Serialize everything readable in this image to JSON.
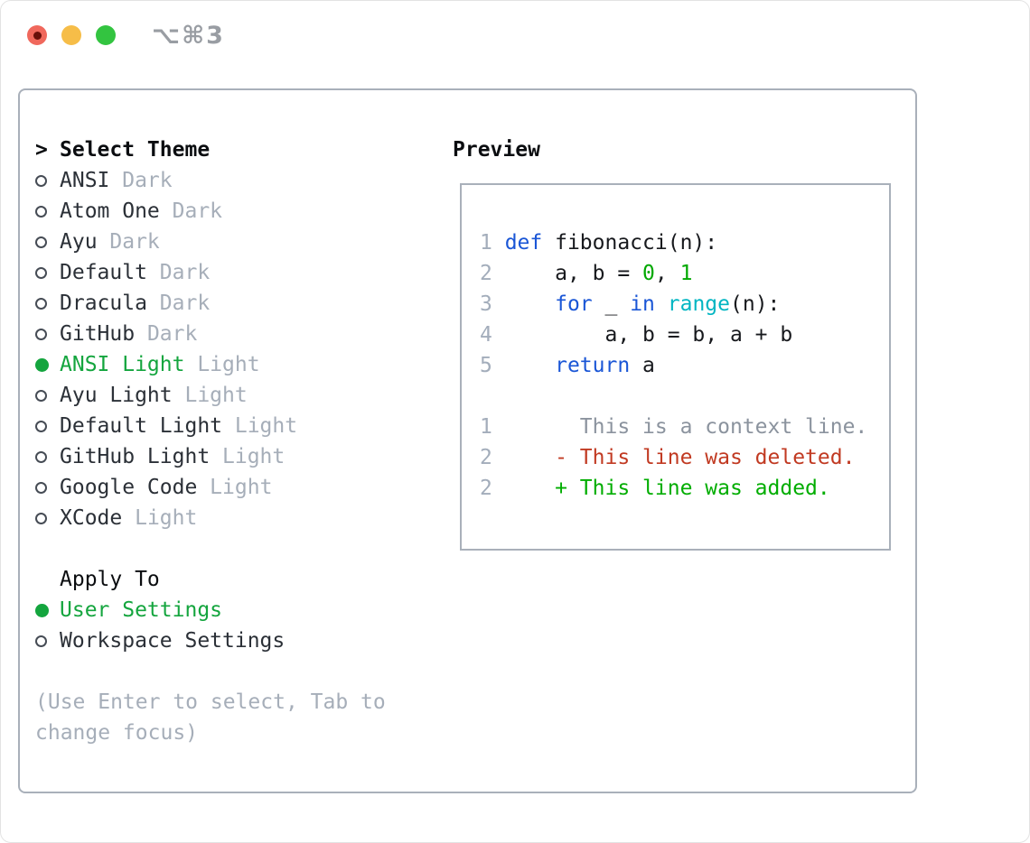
{
  "window": {
    "title": "⌥⌘3",
    "traffic_lights": [
      {
        "name": "close",
        "color": "#f0685c",
        "dot_color": "#69100a"
      },
      {
        "name": "minimize",
        "color": "#f6bd48",
        "dot_color": null
      },
      {
        "name": "zoom",
        "color": "#33c440",
        "dot_color": null
      }
    ],
    "title_color": "#999da3",
    "panel_border_color": "#a9b0ba"
  },
  "theme_panel": {
    "header": {
      "prefix": ">",
      "label": "Select Theme"
    },
    "items": [
      {
        "name": "ANSI",
        "variant": "Dark",
        "selected": false
      },
      {
        "name": "Atom One",
        "variant": "Dark",
        "selected": false
      },
      {
        "name": "Ayu",
        "variant": "Dark",
        "selected": false
      },
      {
        "name": "Default",
        "variant": "Dark",
        "selected": false
      },
      {
        "name": "Dracula",
        "variant": "Dark",
        "selected": false
      },
      {
        "name": "GitHub",
        "variant": "Dark",
        "selected": false
      },
      {
        "name": "ANSI Light",
        "variant": "Light",
        "selected": true
      },
      {
        "name": "Ayu Light",
        "variant": "Light",
        "selected": false
      },
      {
        "name": "Default Light",
        "variant": "Light",
        "selected": false
      },
      {
        "name": "GitHub Light",
        "variant": "Light",
        "selected": false
      },
      {
        "name": "Google Code",
        "variant": "Light",
        "selected": false
      },
      {
        "name": "XCode",
        "variant": "Light",
        "selected": false
      }
    ],
    "apply_to": {
      "label": "Apply To",
      "options": [
        {
          "label": "User Settings",
          "selected": true
        },
        {
          "label": "Workspace Settings",
          "selected": false
        }
      ]
    },
    "hint_lines": [
      "(Use Enter to select, Tab to",
      "change focus)"
    ],
    "colors": {
      "header": "#0b0d10",
      "name": "#2b3037",
      "variant": "#a6aeb9",
      "bullet": "#464c55",
      "selected": "#14a53e",
      "hint": "#a6aeb9"
    }
  },
  "preview": {
    "label": "Preview",
    "code_lines": [
      {
        "num": "1",
        "segments": [
          {
            "t": "def",
            "c": "keyword"
          },
          {
            "t": " fibonacci(n):",
            "c": "default"
          }
        ]
      },
      {
        "num": "2",
        "segments": [
          {
            "t": "    a, b = ",
            "c": "default"
          },
          {
            "t": "0",
            "c": "number"
          },
          {
            "t": ", ",
            "c": "default"
          },
          {
            "t": "1",
            "c": "number"
          }
        ]
      },
      {
        "num": "3",
        "segments": [
          {
            "t": "    ",
            "c": "default"
          },
          {
            "t": "for",
            "c": "keyword"
          },
          {
            "t": " _ ",
            "c": "default"
          },
          {
            "t": "in",
            "c": "keyword"
          },
          {
            "t": " ",
            "c": "default"
          },
          {
            "t": "range",
            "c": "function"
          },
          {
            "t": "(n):",
            "c": "default"
          }
        ]
      },
      {
        "num": "4",
        "segments": [
          {
            "t": "        a, b = b, a + b",
            "c": "default"
          }
        ]
      },
      {
        "num": "5",
        "segments": [
          {
            "t": "    ",
            "c": "default"
          },
          {
            "t": "return",
            "c": "keyword"
          },
          {
            "t": " a",
            "c": "default"
          }
        ]
      },
      {
        "num": "",
        "segments": []
      },
      {
        "num": "1",
        "segments": [
          {
            "t": "      This is a context line.",
            "c": "context"
          }
        ]
      },
      {
        "num": "2",
        "segments": [
          {
            "t": "    ",
            "c": "default"
          },
          {
            "t": "- This line was deleted.",
            "c": "deleted"
          }
        ]
      },
      {
        "num": "2",
        "segments": [
          {
            "t": "    ",
            "c": "default"
          },
          {
            "t": "+ This line was added.",
            "c": "added"
          }
        ]
      }
    ],
    "colors": {
      "linenum": "#a3adbb",
      "default": "#17191d",
      "keyword": "#1a56d6",
      "number": "#00a800",
      "function": "#00b5c2",
      "context": "#8b939e",
      "deleted": "#c13a22",
      "added": "#00ad00"
    }
  }
}
